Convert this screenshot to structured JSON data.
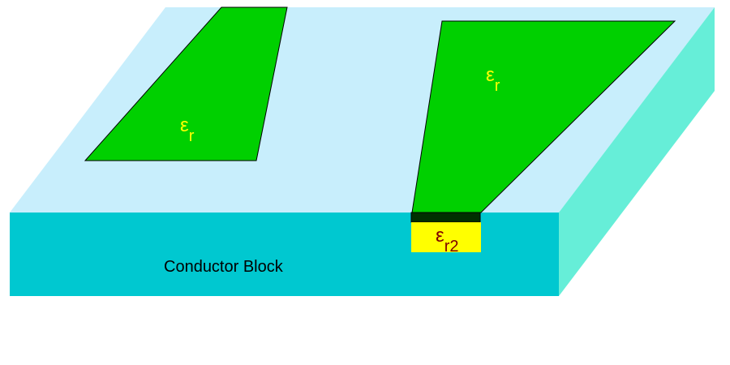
{
  "labels": {
    "left_patch": {
      "symbol": "ε",
      "subscript": "r"
    },
    "right_patch": {
      "symbol": "ε",
      "subscript": "r"
    },
    "insert": {
      "symbol": "ε",
      "subscript": "r2"
    },
    "block": "Conductor Block"
  },
  "colors": {
    "top_face": "#c8eefc",
    "front_face": "#00c8d0",
    "side_face": "#66eed8",
    "patch": "#00d000",
    "insert": "#ffff00",
    "insert_strip": "#003000",
    "patch_label": "#ffff00",
    "insert_label": "#800000"
  }
}
